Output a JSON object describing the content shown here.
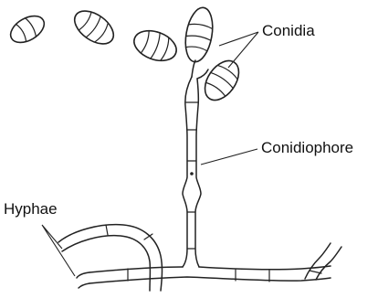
{
  "labels": {
    "conidia": "Conidia",
    "conidiophore": "Conidiophore",
    "hyphae": "Hyphae"
  },
  "colors": {
    "stroke": "#222222",
    "background": "#ffffff",
    "text": "#111111"
  }
}
